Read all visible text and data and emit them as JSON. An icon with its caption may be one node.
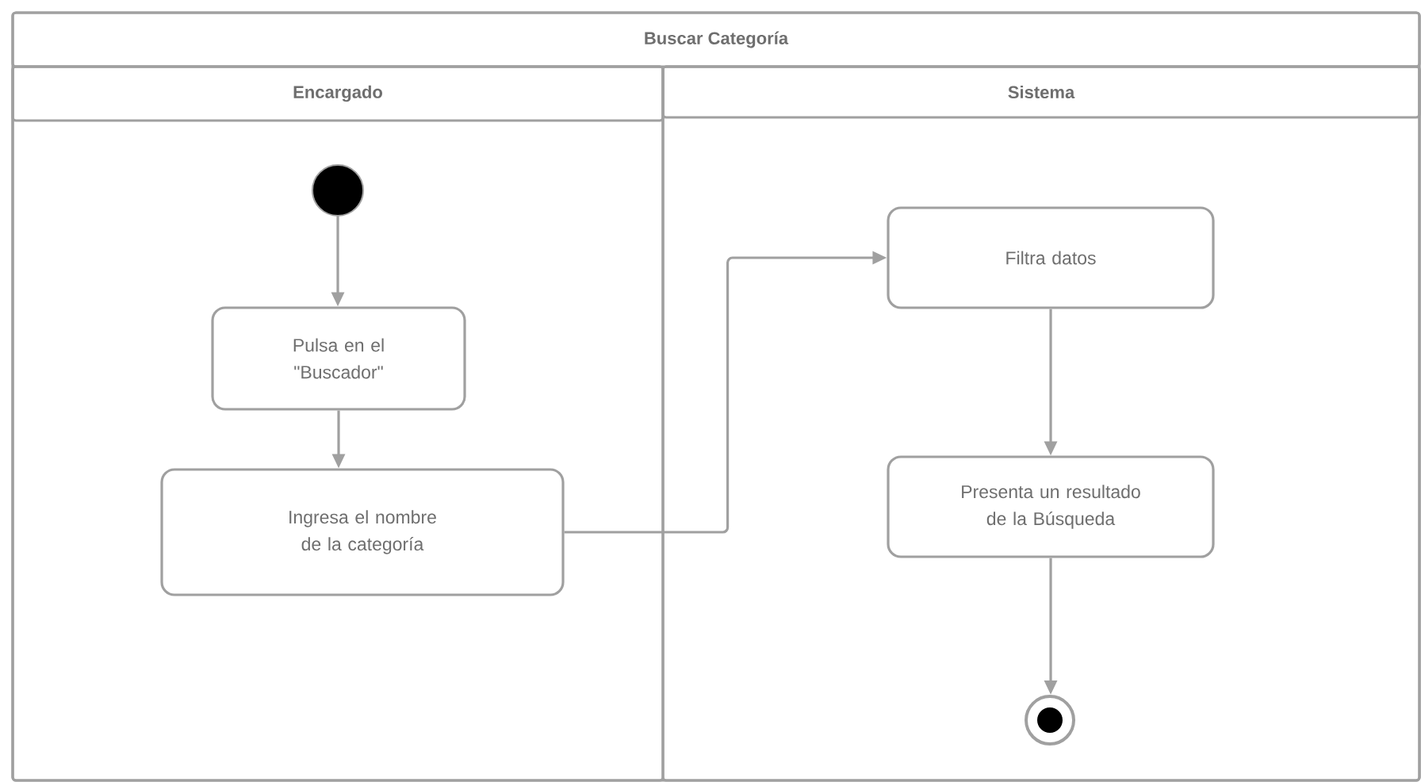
{
  "diagram": {
    "nodes": [
      {
        "text": [
          "Buscar Categoría"
        ]
      },
      {
        "text": [
          "Encargado"
        ],
        "in": 0
      },
      {
        "text": [
          "Sistema"
        ],
        "in": 0
      },
      {
        "text": [],
        "shape": "circle",
        "in": 1
      },
      {
        "text": [
          "Pulsa en el \"Buscador\""
        ],
        "in": 1
      },
      {
        "text": [
          "Ingresa el nombre de la categoría"
        ],
        "in": 1
      },
      {
        "text": [
          "Filtra datos"
        ],
        "in": 2
      },
      {
        "text": [
          "Presenta un resultado de la Búsqueda"
        ],
        "in": 2
      },
      {
        "text": [],
        "shape": "bullseye",
        "in": 2
      }
    ],
    "edges": [
      {
        "from": 3,
        "to": 4,
        "arrow": "to"
      },
      {
        "from": 4,
        "to": 5,
        "arrow": "to"
      },
      {
        "from": 5,
        "to": 6,
        "arrow": "to"
      },
      {
        "from": 6,
        "to": 7,
        "arrow": "to"
      },
      {
        "from": 7,
        "to": 8,
        "arrow": "to"
      }
    ]
  }
}
